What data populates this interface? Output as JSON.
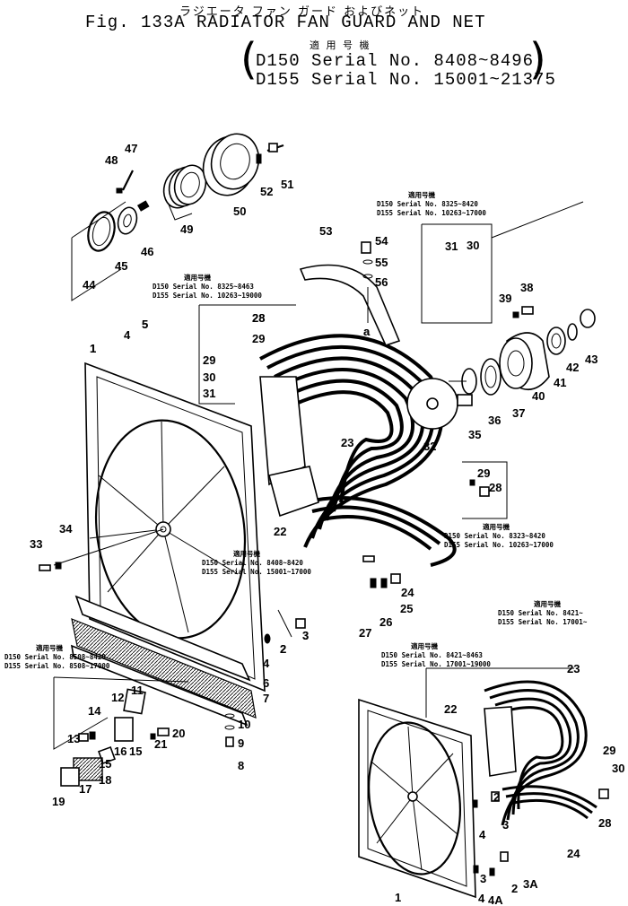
{
  "header": {
    "japanese_title": "ラジエータ ファン ガード およびネット",
    "fig_title": "Fig. 133A RADIATOR FAN GUARD AND NET",
    "applicable_jp": "適 用 号 機",
    "serial_lines": [
      "D150 Serial No. 8408~8496",
      "D155 Serial No. 15001~21375"
    ]
  },
  "notes": [
    {
      "jp": "適用号機",
      "lines": [
        "D150 Serial No. 8325~8420",
        "D155 Serial No. 10263~17000"
      ]
    },
    {
      "jp": "適用号機",
      "lines": [
        "D150 Serial No. 8325~8463",
        "D155 Serial No. 10263~19000"
      ]
    },
    {
      "jp": "適用号機",
      "lines": [
        "D150 Serial No. 8323~8420",
        "D155 Serial No. 10263~17000"
      ]
    },
    {
      "jp": "適用号機",
      "lines": [
        "D150 Serial No. 8408~8420",
        "D155 Serial No. 15001~17000"
      ]
    },
    {
      "jp": "適用号機",
      "lines": [
        "D150 Serial No. 8421~",
        "D155 Serial No. 17001~"
      ]
    },
    {
      "jp": "適用号機",
      "lines": [
        "D150 Serial No. 8421~8463",
        "D155 Serial No. 17001~19000"
      ]
    },
    {
      "jp": "適用号機",
      "lines": [
        "D150 Serial No. 8508~8420",
        "D155 Serial No. 8508~17000"
      ]
    }
  ],
  "part_numbers": [
    "1",
    "2",
    "3",
    "4",
    "5",
    "6",
    "7",
    "8",
    "9",
    "10",
    "11",
    "12",
    "13",
    "14",
    "15",
    "16",
    "17",
    "18",
    "19",
    "20",
    "21",
    "22",
    "23",
    "24",
    "25",
    "26",
    "27",
    "28",
    "29",
    "30",
    "31",
    "32",
    "33",
    "34",
    "35",
    "36",
    "37",
    "38",
    "39",
    "40",
    "41",
    "42",
    "43",
    "44",
    "45",
    "46",
    "47",
    "48",
    "49",
    "50",
    "51",
    "52",
    "53",
    "54",
    "55",
    "56",
    "a",
    "1",
    "2",
    "3",
    "4",
    "22",
    "23",
    "24",
    "28",
    "29",
    "30",
    "3",
    "4",
    "4A",
    "2",
    "3A",
    "1",
    "2",
    "3",
    "4",
    "5",
    "15",
    "28",
    "29",
    "30",
    "31",
    "29",
    "28",
    "a"
  ]
}
